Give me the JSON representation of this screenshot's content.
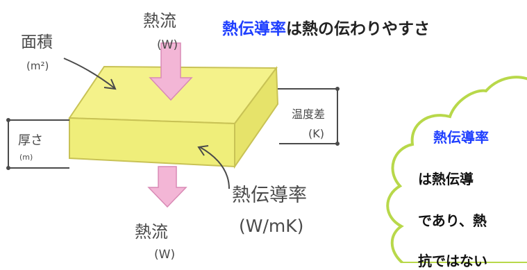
{
  "headline": {
    "highlight": "熱伝導率",
    "rest": "は熱の伝わりやすさ"
  },
  "diagram": {
    "heat_flow_top": {
      "label": "熱流",
      "unit": "(W)"
    },
    "heat_flow_bottom": {
      "label": "熱流",
      "unit": "(W)"
    },
    "area": {
      "label": "面積",
      "unit": "(m²)"
    },
    "thickness": {
      "label": "厚さ",
      "unit": "(m)"
    },
    "temp_diff": {
      "label": "温度差",
      "unit": "(K)"
    },
    "conductivity": {
      "label": "熱伝導率",
      "unit": "(W/mK)"
    }
  },
  "cloud": {
    "lines": [
      "熱伝導率",
      "は熱伝導",
      "であり、熱",
      "抗ではない"
    ]
  },
  "colors": {
    "block_fill": "#f4f28a",
    "block_outline": "#c8c255",
    "arrow_fill": "#f3b6d6",
    "arrow_outline": "#d98ab5",
    "cloud_outline": "#b8d84a",
    "highlight_blue": "#1f3fff",
    "pen": "#4a4a4a"
  }
}
